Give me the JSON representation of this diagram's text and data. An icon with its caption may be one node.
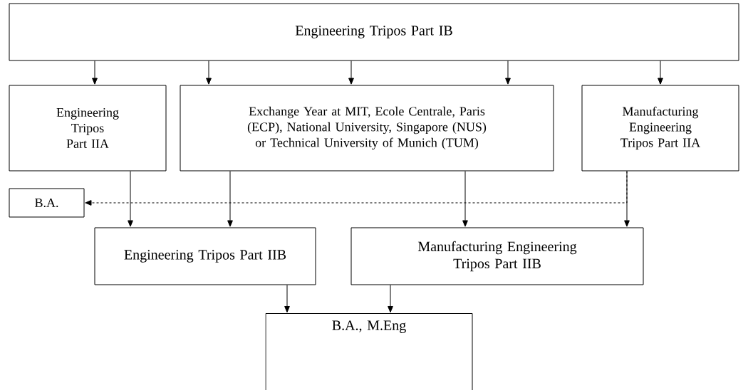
{
  "diagram": {
    "nodes": [
      {
        "text": [
          "Engineering Tripos Part IB"
        ]
      },
      {
        "text": [
          "Engineering Tripos Part IIA"
        ]
      },
      {
        "text": [
          "Exchange Year at MIT, Ecole Centrale, Paris (ECP), National University, Singapore (NUS) or Technical University of Munich (TUM)"
        ]
      },
      {
        "text": [
          "Manufacturing Engineering Tripos Part IIA"
        ]
      },
      {
        "text": [
          "B.A."
        ]
      },
      {
        "text": [
          "Engineering Tripos Part IIB"
        ]
      },
      {
        "text": [
          "Manufacturing Engineering Tripos Part IIB"
        ]
      },
      {
        "text": [
          "B.A., M.Eng"
        ]
      }
    ],
    "edges": [
      {
        "from": 0,
        "to": 1,
        "arrow": "to"
      },
      {
        "from": 0,
        "to": 2,
        "arrow": "to"
      },
      {
        "from": 0,
        "to": 2,
        "arrow": "to"
      },
      {
        "from": 0,
        "to": 2,
        "arrow": "to"
      },
      {
        "from": 0,
        "to": 3,
        "arrow": "to"
      },
      {
        "from": 3,
        "to": 4,
        "arrow": "to",
        "style": "dashed"
      },
      {
        "from": 1,
        "to": 5,
        "arrow": "to"
      },
      {
        "from": 2,
        "to": 5,
        "arrow": "to"
      },
      {
        "from": 2,
        "to": 6,
        "arrow": "to"
      },
      {
        "from": 3,
        "to": 6,
        "arrow": "to"
      },
      {
        "from": 5,
        "to": 7,
        "arrow": "to"
      },
      {
        "from": 6,
        "to": 7,
        "arrow": "to"
      }
    ]
  }
}
